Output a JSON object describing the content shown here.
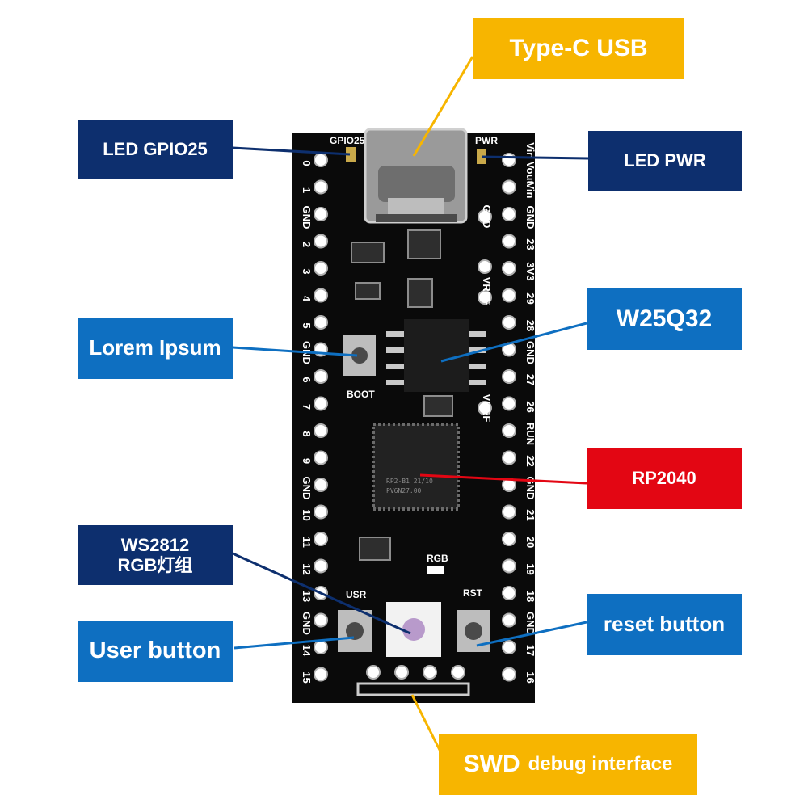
{
  "labels": {
    "type_c_usb": "Type-C USB",
    "led_gpio25": "LED GPIO25",
    "led_pwr": "LED PWR",
    "lorem_ipsum": "Lorem Ipsum",
    "w25q32": "W25Q32",
    "rp2040": "RP2040",
    "ws2812_line1": "WS2812",
    "ws2812_line2": "RGB灯组",
    "user_button": "User button",
    "reset_button": "reset button",
    "swd_big": "SWD",
    "swd_small": "debug interface"
  },
  "silkscreen": {
    "gpio25": "GPIO25",
    "pwr": "PWR",
    "boot": "BOOT",
    "usr": "USR",
    "rst": "RST",
    "rgb": "RGB",
    "chip_marking_1": "RP2-B1 21/10",
    "chip_marking_2": "PV6N27.00",
    "left_pins": [
      "0",
      "1",
      "GND",
      "2",
      "3",
      "4",
      "5",
      "GND",
      "6",
      "7",
      "8",
      "9",
      "GND",
      "10",
      "11",
      "12",
      "13",
      "GND",
      "14",
      "15"
    ],
    "right_pins": [
      "Vin Vout",
      "Vin",
      "GND",
      "23",
      "3V3",
      "29",
      "28",
      "GND",
      "27",
      "26",
      "RUN",
      "22",
      "GND",
      "21",
      "20",
      "19",
      "18",
      "GND",
      "17",
      "16"
    ],
    "inner_right": [
      "GND",
      "VREF",
      "VREF"
    ]
  },
  "colors": {
    "navy": "#0d2f6e",
    "blue": "#0e6fc1",
    "red": "#e30613",
    "gold": "#f7b500",
    "board": "#0a0a0a"
  }
}
